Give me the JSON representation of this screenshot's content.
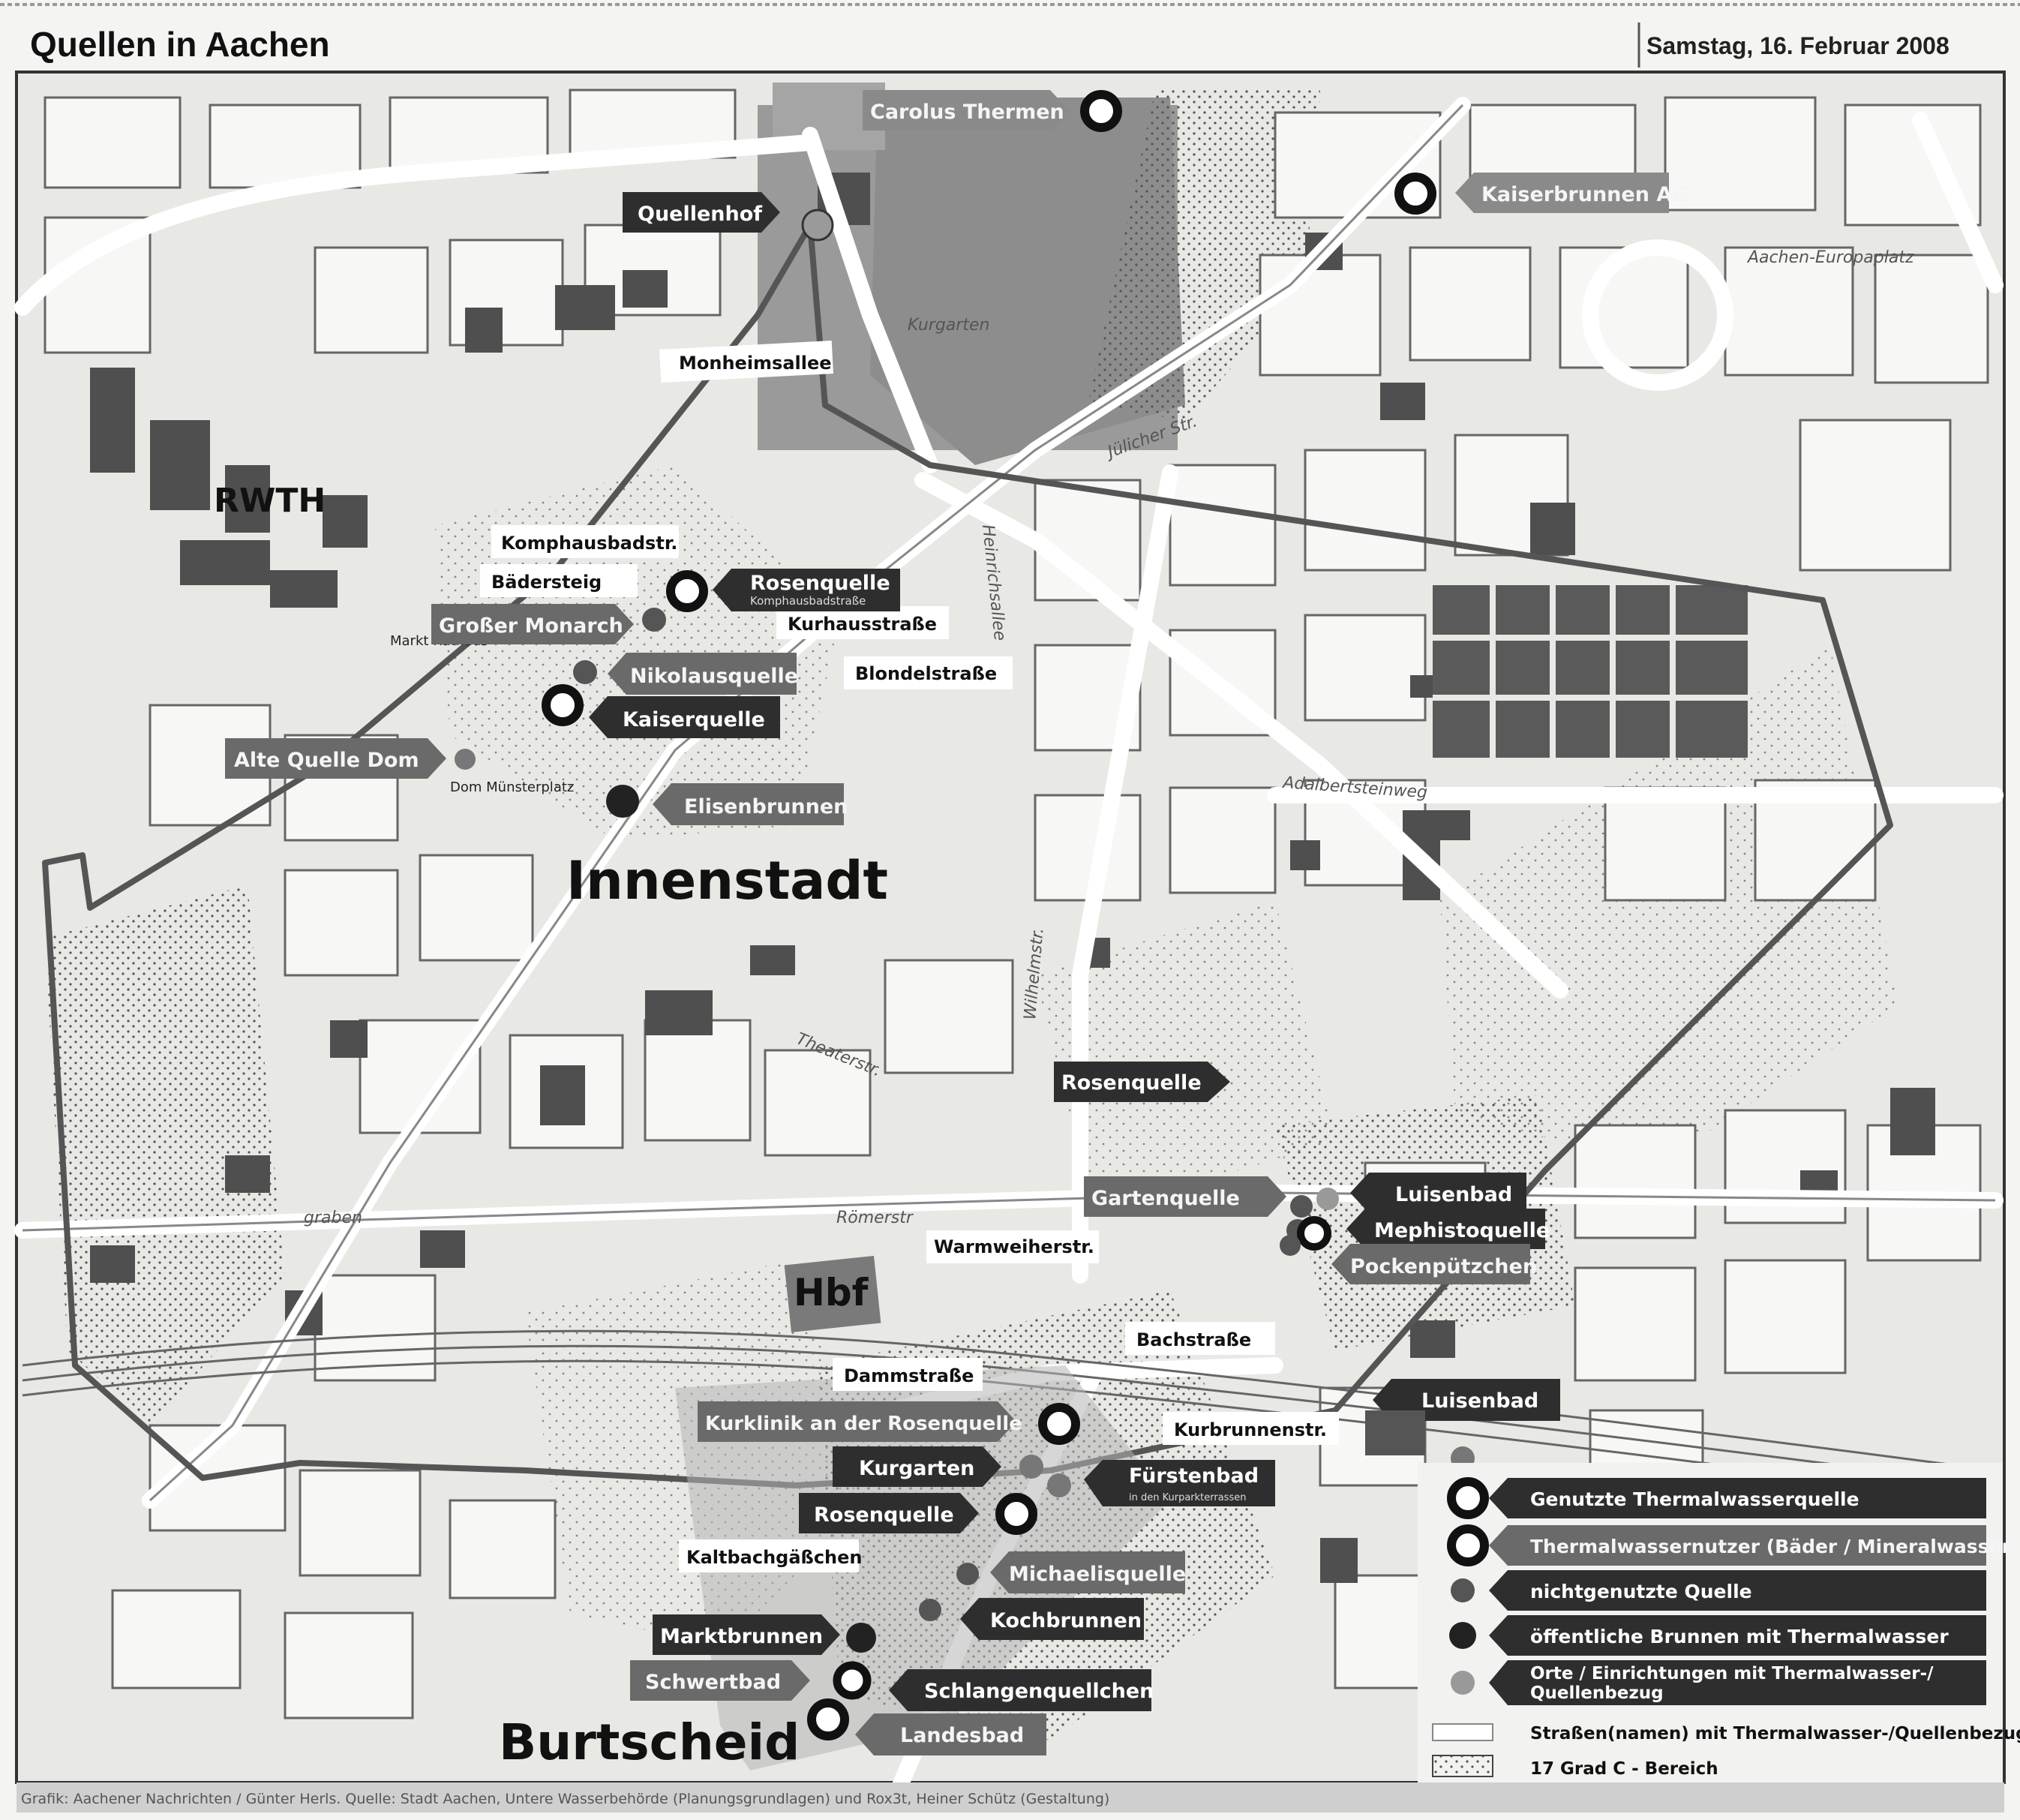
{
  "header": {
    "title": "Quellen in Aachen",
    "date": "Samstag, 16. Februar 2008"
  },
  "districts": {
    "rwth": "RWTH",
    "innenstadt": "Innenstadt",
    "hbf": "Hbf",
    "burtscheid": "Burtscheid"
  },
  "map_labels": {
    "juelicher": "Jülicher Str.",
    "heinrichsallee": "Heinrichsallee",
    "adalbertsteinweg": "Adalbertsteinweg",
    "theaterstr": "Theaterstr.",
    "roemerstr": "Römerstr",
    "wilhelmstr": "Wilhelmstr.",
    "graben": "graben",
    "aachen_europaplatz": "Aachen-Europaplatz",
    "kurgarten_map": "Kurgarten",
    "dom_muensterplatz": "Dom Münsterplatz",
    "markt_rathaus": "Markt Rathaus"
  },
  "streets": {
    "monheimsallee": "Monheimsallee",
    "komphausbadstr": "Komphausbadstr.",
    "baedersteig": "Bädersteig",
    "kurhausstrasse": "Kurhausstraße",
    "blondelstrasse": "Blondelstraße",
    "warmweiherstr": "Warmweiherstr.",
    "bachstrasse": "Bachstraße",
    "dammstrasse": "Dammstraße",
    "kurbrunnenstr": "Kurbrunnenstr.",
    "kaltbachgaesschen": "Kaltbachgäßchen"
  },
  "springs": {
    "carolus_thermen": "Carolus Thermen",
    "kaiserbrunnen_ag": "Kaiserbrunnen AG",
    "quellenhof": "Quellenhof",
    "rosenquelle_top": "Rosenquelle",
    "rosenquelle_top_sub": "Komphausbadstraße",
    "grosser_monarch": "Großer Monarch",
    "nikolausquelle": "Nikolausquelle",
    "kaiserquelle": "Kaiserquelle",
    "alte_quelle_dom": "Alte Quelle Dom",
    "elisenbrunnen": "Elisenbrunnen",
    "rosenquelle_mid": "Rosenquelle",
    "gartenquelle": "Gartenquelle",
    "luisenbad_top": "Luisenbad",
    "mephistoquelle": "Mephistoquelle",
    "pockenpuetzchen": "Pockenpützchen",
    "luisenbad_bottom": "Luisenbad",
    "kurklinik": "Kurklinik an der Rosenquelle",
    "kurgarten": "Kurgarten",
    "fuerstenbad": "Fürstenbad",
    "fuerstenbad_sub": "in den Kurparkterrassen",
    "rosenquelle_bottom": "Rosenquelle",
    "michaelisquelle": "Michaelisquelle",
    "kochbrunnen": "Kochbrunnen",
    "marktbrunnen": "Marktbrunnen",
    "schwertbad": "Schwertbad",
    "schlangenquellchen": "Schlangenquellchen",
    "landesbad": "Landesbad"
  },
  "legend": {
    "items": [
      "Genutzte Thermalwasserquelle",
      "Thermalwassernutzer (Bäder / Mineralwasser)",
      "nichtgenutzte Quelle",
      "öffentliche Brunnen mit Thermalwasser",
      "Orte / Einrichtungen mit Thermalwasser-/",
      "Quellenbezug",
      "Straßen(namen) mit Thermalwasser-/Quellenbezug",
      "17 Grad C - Bereich"
    ]
  },
  "footer": {
    "credit": "Grafik: Aachener Nachrichten / Günter Herls. Quelle: Stadt Aachen, Untere Wasserbehörde (Planungsgrundlagen) und Rox3t, Heiner Schütz (Gestaltung)"
  },
  "colors": {
    "dark_label": "#2e2e2e",
    "mid_label": "#6a6a6a",
    "light_label": "#8a8a8a",
    "street_bg": "#ffffff",
    "map_bg": "#e9e9e6",
    "building": "#4f4f4f"
  }
}
